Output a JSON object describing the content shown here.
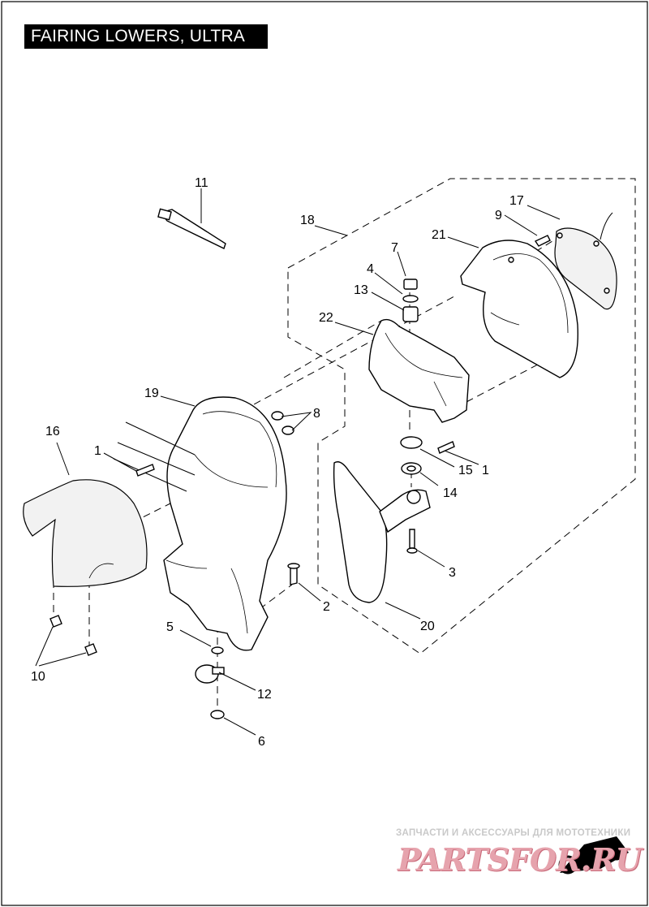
{
  "title": "FAIRING LOWERS, ULTRA",
  "callouts": [
    {
      "id": "c11",
      "label": "11"
    },
    {
      "id": "c18",
      "label": "18"
    },
    {
      "id": "c17",
      "label": "17"
    },
    {
      "id": "c9",
      "label": "9"
    },
    {
      "id": "c21",
      "label": "21"
    },
    {
      "id": "c7",
      "label": "7"
    },
    {
      "id": "c4",
      "label": "4"
    },
    {
      "id": "c13",
      "label": "13"
    },
    {
      "id": "c22",
      "label": "22"
    },
    {
      "id": "c19",
      "label": "19"
    },
    {
      "id": "c8",
      "label": "8"
    },
    {
      "id": "c16",
      "label": "16"
    },
    {
      "id": "c1a",
      "label": "1"
    },
    {
      "id": "c15",
      "label": "15"
    },
    {
      "id": "c1b",
      "label": "1"
    },
    {
      "id": "c14",
      "label": "14"
    },
    {
      "id": "c3",
      "label": "3"
    },
    {
      "id": "c2",
      "label": "2"
    },
    {
      "id": "c20",
      "label": "20"
    },
    {
      "id": "c5",
      "label": "5"
    },
    {
      "id": "c10",
      "label": "10"
    },
    {
      "id": "c12",
      "label": "12"
    },
    {
      "id": "c6",
      "label": "6"
    }
  ],
  "watermark": {
    "text": "ЗАПЧАСТИ И АКСЕССУАРЫ ДЛЯ МОТОТЕХНИКИ",
    "logo": "PARTSFOR.RU"
  }
}
